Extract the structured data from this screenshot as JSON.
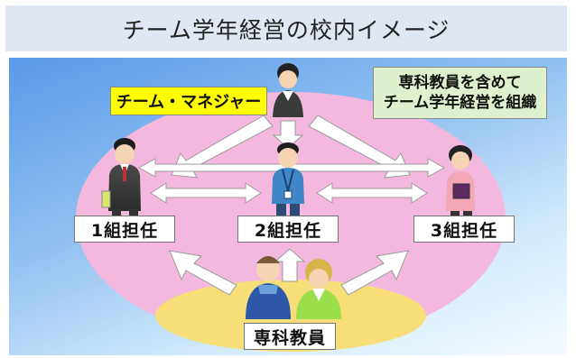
{
  "title": "チーム学年経営の校内イメージ",
  "labels": {
    "manager": "チーム・マネジャー",
    "callout_line1": "専科教員を含めて",
    "callout_line2": "チーム学年経営を組織",
    "class1": "1組担任",
    "class2": "2組担任",
    "class3": "3組担任",
    "specialists": "専科教員"
  },
  "colors": {
    "ellipse": "#f4b8df",
    "inner_ellipse": "#f7de78",
    "manager_bg": "#ffff00",
    "callout_bg": "#dff0cf"
  }
}
